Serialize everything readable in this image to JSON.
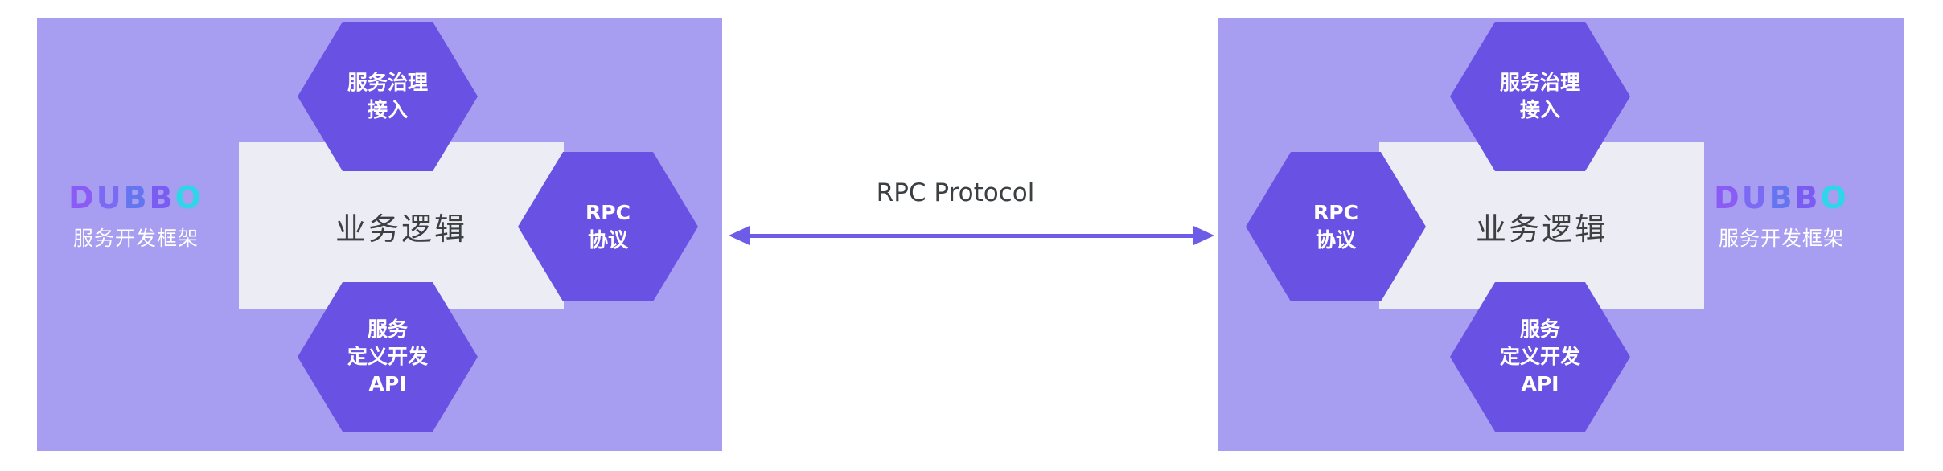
{
  "colors": {
    "page_bg": "#ffffff",
    "panel_bg": "#a79df1",
    "hexagon": "#6952e3",
    "inner_box": "#ecedf4",
    "arrow": "#6c5ce7",
    "text_dark": "#3c4043",
    "hex_text": "#ffffff",
    "logo_subtitle": "#ffffff",
    "logo_letters": [
      "#8a5cf5",
      "#7b6af3",
      "#6575f0",
      "#7b5cf3",
      "#2fd5e8"
    ]
  },
  "connection": {
    "label": "RPC Protocol"
  },
  "left_panel": {
    "logo_letters": [
      "D",
      "U",
      "B",
      "B",
      "O"
    ],
    "logo_subtitle": "服务开发框架",
    "business_logic_label": "业务逻辑",
    "hex_governance_label": "服务治理\n接入",
    "hex_rpc_label": "RPC\n协议",
    "hex_api_label": "服务\n定义开发\nAPI"
  },
  "right_panel": {
    "logo_letters": [
      "D",
      "U",
      "B",
      "B",
      "O"
    ],
    "logo_subtitle": "服务开发框架",
    "business_logic_label": "业务逻辑",
    "hex_governance_label": "服务治理\n接入",
    "hex_rpc_label": "RPC\n协议",
    "hex_api_label": "服务\n定义开发\nAPI"
  }
}
